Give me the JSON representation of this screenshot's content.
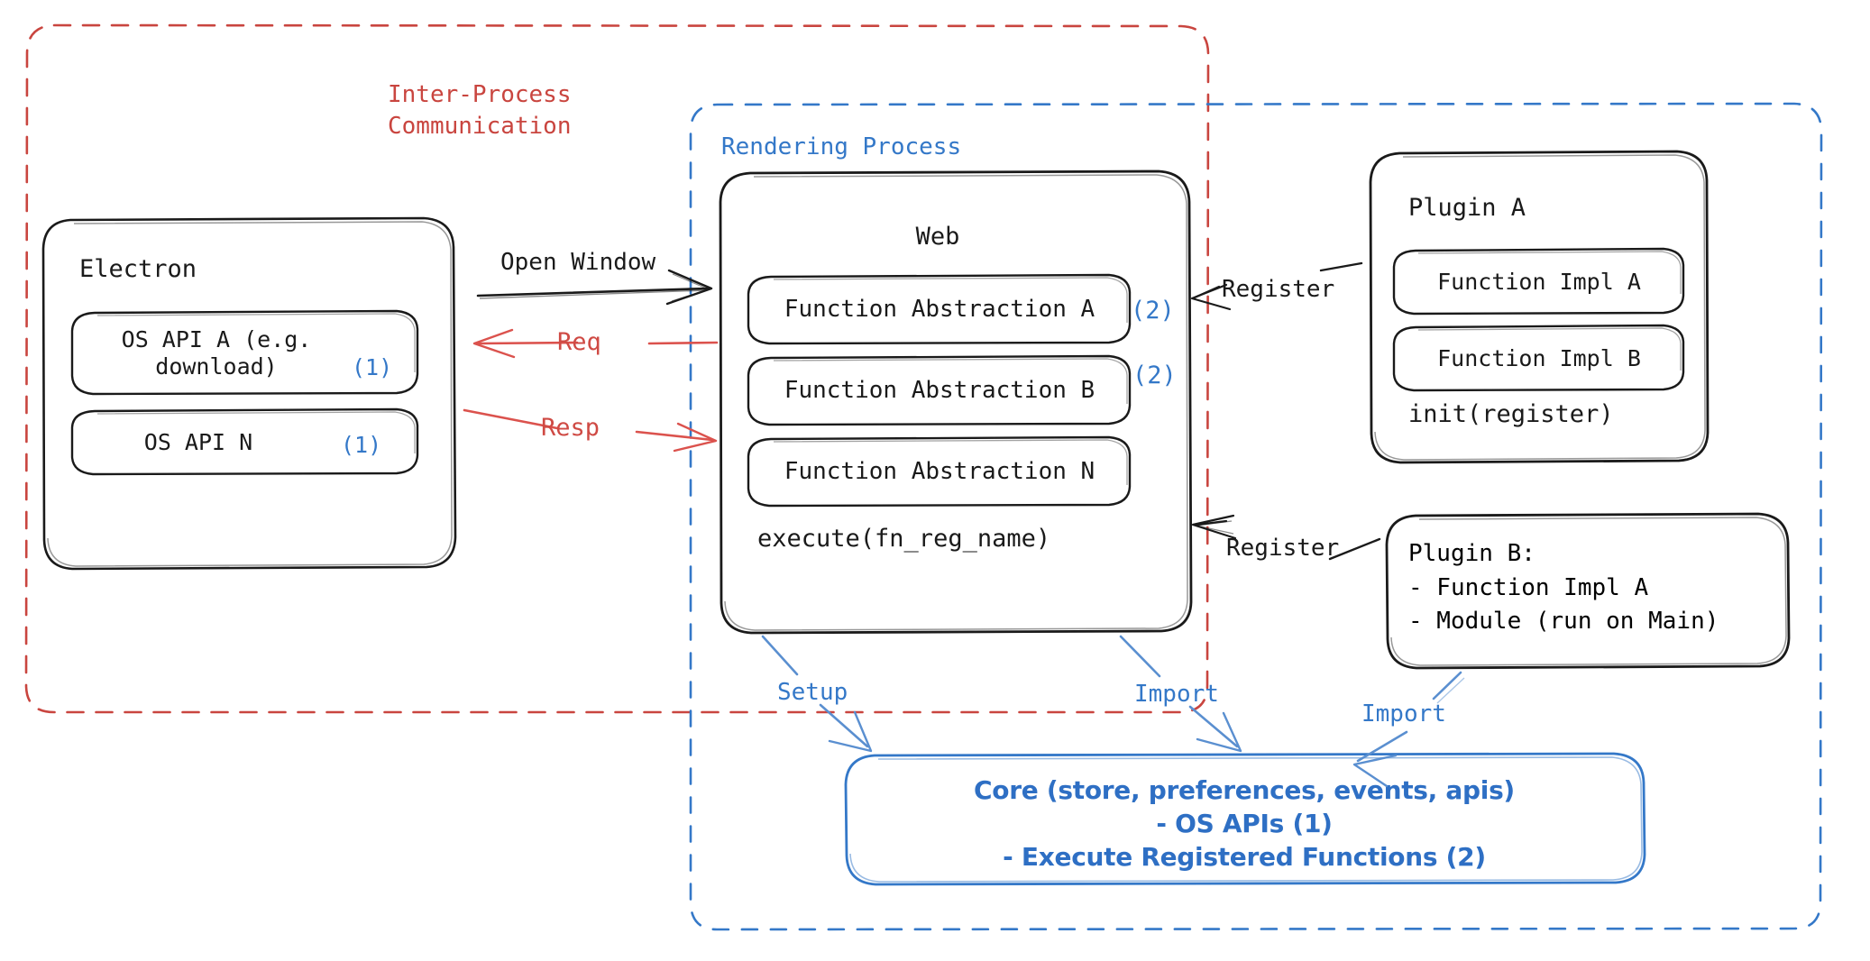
{
  "diagram": {
    "title": "Electron plugin architecture",
    "style": "hand-drawn sketch",
    "colors": {
      "red": "#C9453F",
      "blue": "#3478C8",
      "blue_dark": "#2E6FC4",
      "ink": "#1a1a1a",
      "background": "#ffffff"
    }
  },
  "regions": {
    "ipc": {
      "label": "Inter-Process\nCommunication",
      "color": "#C9453F",
      "border": "dashed"
    },
    "rendering": {
      "label": "Rendering Process",
      "color": "#3478C8",
      "border": "dashed"
    }
  },
  "nodes": {
    "electron": {
      "title": "Electron",
      "children": [
        {
          "text": "OS API A (e.g.\ndownload)",
          "marker": "(1)",
          "marker_color": "#3478C8"
        },
        {
          "text": "OS API N",
          "marker": "(1)",
          "marker_color": "#3478C8"
        }
      ]
    },
    "web": {
      "title": "Web",
      "children": [
        {
          "text": "Function Abstraction A",
          "marker": "(2)",
          "marker_color": "#3478C8"
        },
        {
          "text": "Function Abstraction B",
          "marker": "(2)",
          "marker_color": "#3478C8"
        },
        {
          "text": "Function Abstraction N",
          "marker": "",
          "marker_color": "#3478C8"
        }
      ],
      "footer": "execute(fn_reg_name)"
    },
    "plugin_a": {
      "title": "Plugin A",
      "children": [
        {
          "text": "Function Impl A"
        },
        {
          "text": "Function Impl B"
        }
      ],
      "footer": "init(register)"
    },
    "plugin_b": {
      "text": "Plugin B:\n- Function Impl A\n- Module (run on Main)"
    },
    "core": {
      "text": "Core (store, preferences, events, apis)\n- OS APIs (1)\n- Execute Registered Functions (2)",
      "color": "#2E6FC4"
    }
  },
  "edges": [
    {
      "label": "Open Window",
      "color": "#1a1a1a",
      "from": "electron",
      "to": "web",
      "direction": "right"
    },
    {
      "label": "Req",
      "color": "#C9453F",
      "from": "web",
      "to": "electron",
      "direction": "left"
    },
    {
      "label": "Resp",
      "color": "#C9453F",
      "from": "electron",
      "to": "web",
      "direction": "right"
    },
    {
      "label": "Register",
      "color": "#1a1a1a",
      "from": "plugin_a",
      "to": "web",
      "direction": "left"
    },
    {
      "label": "Register",
      "color": "#1a1a1a",
      "from": "plugin_b",
      "to": "web",
      "direction": "left"
    },
    {
      "label": "Setup",
      "color": "#3478C8",
      "from": "web",
      "to": "core",
      "direction": "down"
    },
    {
      "label": "Import",
      "color": "#3478C8",
      "from": "web",
      "to": "core",
      "direction": "down"
    },
    {
      "label": "Import",
      "color": "#3478C8",
      "from": "plugin_b",
      "to": "core",
      "direction": "down"
    }
  ]
}
